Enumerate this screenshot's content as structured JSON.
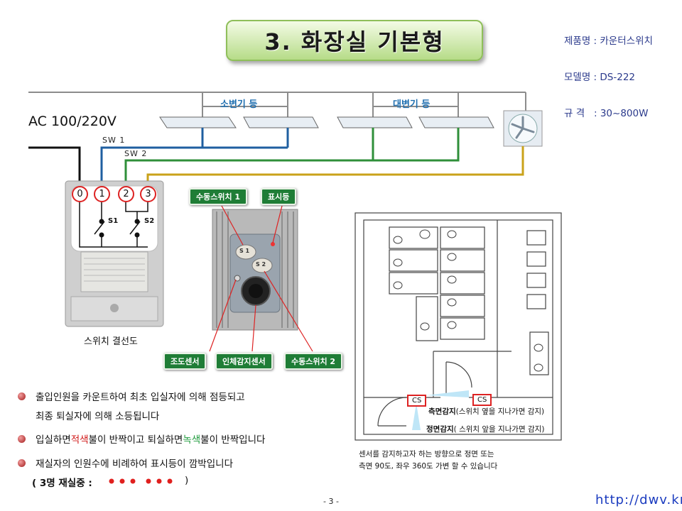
{
  "title": "3.  화장실 기본형",
  "spec": {
    "product_name": "제품명 : 카운터스위치",
    "model": "모델명 : DS-222",
    "rating": "규 격   : 30~800W"
  },
  "wiring": {
    "ac_label": "AC 100/220V",
    "sw1_label": "SW 1",
    "sw2_label": "SW 2",
    "urinal_lamp_label": "소변기 등",
    "toilet_lamp_label": "대변기 등",
    "terminals": [
      "0",
      "1",
      "2",
      "3"
    ],
    "switch_labels": [
      "S1",
      "S2"
    ],
    "caption": "스위치 결선도",
    "colors": {
      "black": "#111111",
      "blue": "#1f5fa0",
      "green": "#2f8f3a",
      "yellow": "#c9a21a",
      "frame": "#888888"
    }
  },
  "device": {
    "tags": {
      "manual_switch_1": "수동스위치 1",
      "indicator": "표시등",
      "light_sensor": "조도센서",
      "motion_sensor": "인체감지센서",
      "manual_switch_2": "수동스위치 2"
    },
    "button_labels": [
      "S 1",
      "S 2"
    ]
  },
  "floorplan": {
    "cs_label": "CS",
    "side_sense": {
      "bold": "측면감지",
      "rest": "(스위치 옆을 지나가면 감지)"
    },
    "front_sense": {
      "bold": "정면감지",
      "rest": "( 스위치 앞을 지나가면 감지)"
    },
    "note_line1": "센서를 감지하고자 하는 방향으로 정면 또는",
    "note_line2": "측면 90도, 좌우 360도 가변 할 수 있습니다"
  },
  "bullets": {
    "line1": "출입인원을 카운트하여 최초 입실자에 의해 점등되고",
    "line1b": "최종 퇴실자에 의해 소등됩니다",
    "line2_pre": "입실하면 ",
    "line2_red": "적색",
    "line2_mid": " 불이 반짝이고 퇴실하면 ",
    "line2_green": "녹색",
    "line2_post": " 불이 반짝입니다",
    "line3": "재실자의 인원수에 비례하여 표시등이 깜박입니다",
    "line4_open": "( 3명 재실중 :",
    "line4_close": ")"
  },
  "footer": {
    "page": "- 3 -",
    "url": "http://dwv.kr"
  }
}
